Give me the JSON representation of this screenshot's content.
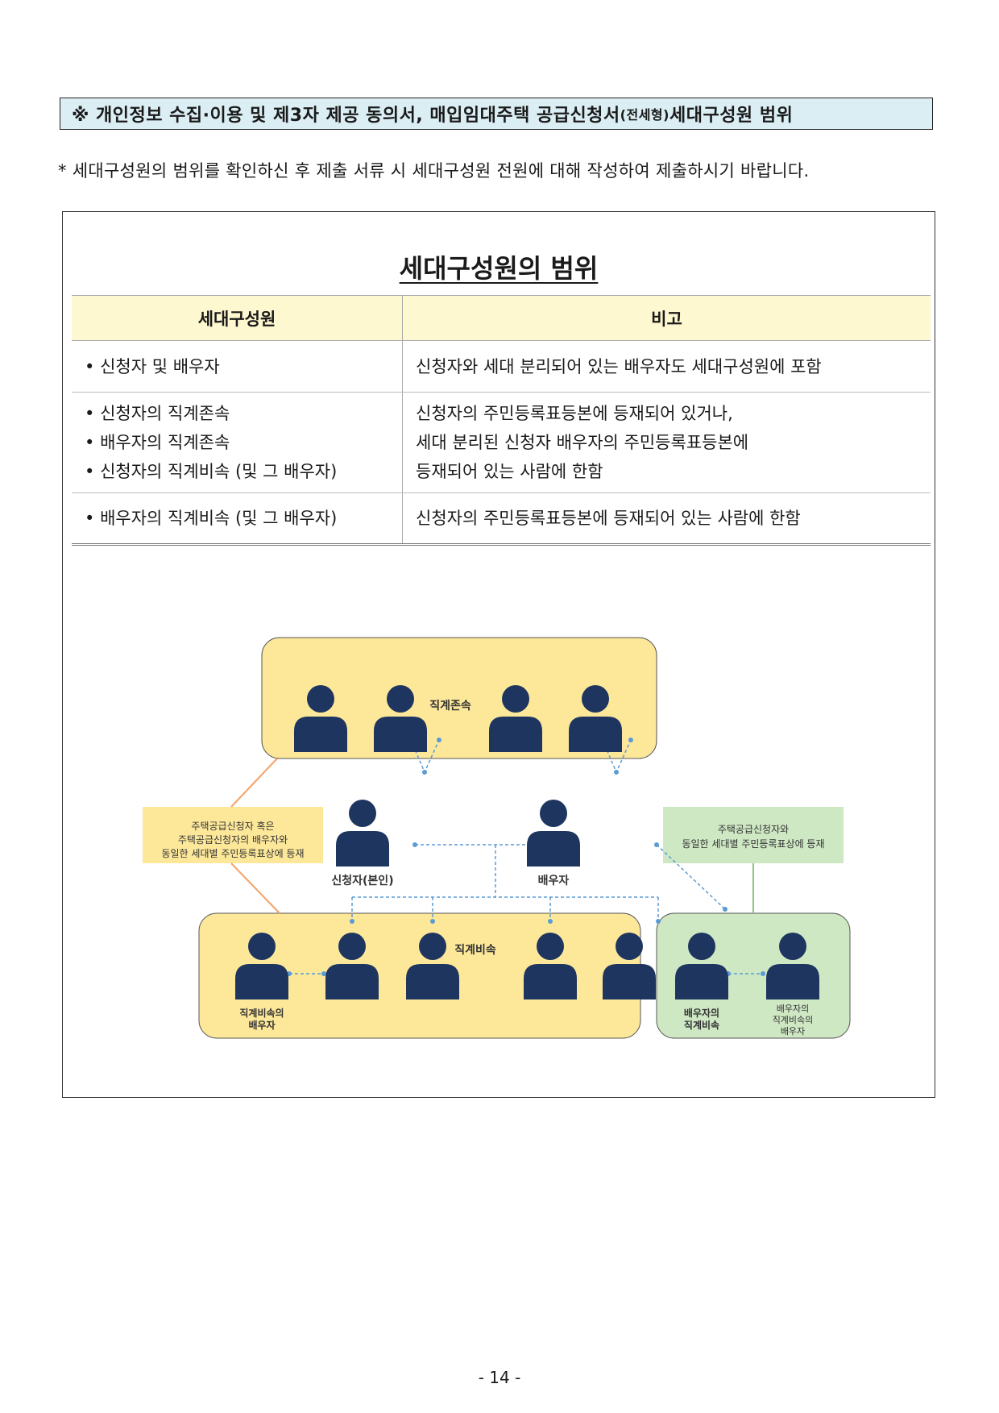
{
  "header": {
    "text_main": "※ 개인정보 수집·이용 및 제3자 제공 동의서, 매입임대주택 공급신청서",
    "text_small": "(전세형)",
    "text_end": " 세대구성원 범위"
  },
  "note": "* 세대구성원의 범위를 확인하신 후 제출 서류 시 세대구성원 전원에 대해 작성하여 제출하시기 바랍니다.",
  "title": "세대구성원의 범위",
  "table": {
    "col1": "세대구성원",
    "col2": "비고",
    "rows": [
      {
        "members": [
          "신청자 및 배우자"
        ],
        "remarks": [
          "신청자와 세대 분리되어 있는 배우자도 세대구성원에 포함"
        ]
      },
      {
        "members": [
          "신청자의 직계존속",
          "배우자의 직계존속",
          "신청자의 직계비속 (및 그 배우자)"
        ],
        "remarks": [
          "신청자의 주민등록표등본에 등재되어 있거나,",
          "세대 분리된 신청자 배우자의 주민등록표등본에",
          "등재되어 있는 사람에 한함"
        ]
      },
      {
        "members": [
          "배우자의 직계비속 (및 그 배우자)"
        ],
        "remarks": [
          "신청자의 주민등록표등본에 등재되어 있는 사람에 한함"
        ]
      }
    ]
  },
  "diagram": {
    "ancestors_label": "직계존속",
    "applicant_label": "신청자(본인)",
    "spouse_label": "배우자",
    "left_note": [
      "주택공급신청자 혹은",
      "주택공급신청자의 배우자와",
      "동일한 세대별 주민등록표상에 등재"
    ],
    "right_note": [
      "주택공급신청자와",
      "동일한 세대별 주민등록표상에 등재"
    ],
    "descendants_label": "직계비속",
    "descendant_spouse_label": [
      "직계비속의",
      "배우자"
    ],
    "spouse_descendant_label": [
      "배우자의",
      "직계비속"
    ],
    "spouse_descendant_spouse_label": [
      "배우자의",
      "직계비속의",
      "배우자"
    ],
    "colors": {
      "yellow": "#fde89a",
      "green": "#cfe8c4",
      "person": "#1e3560",
      "line_blue": "#5b9bd5",
      "line_orange": "#f4a46a",
      "line_green": "#8cc77a"
    }
  },
  "page_number": "- 14 -"
}
